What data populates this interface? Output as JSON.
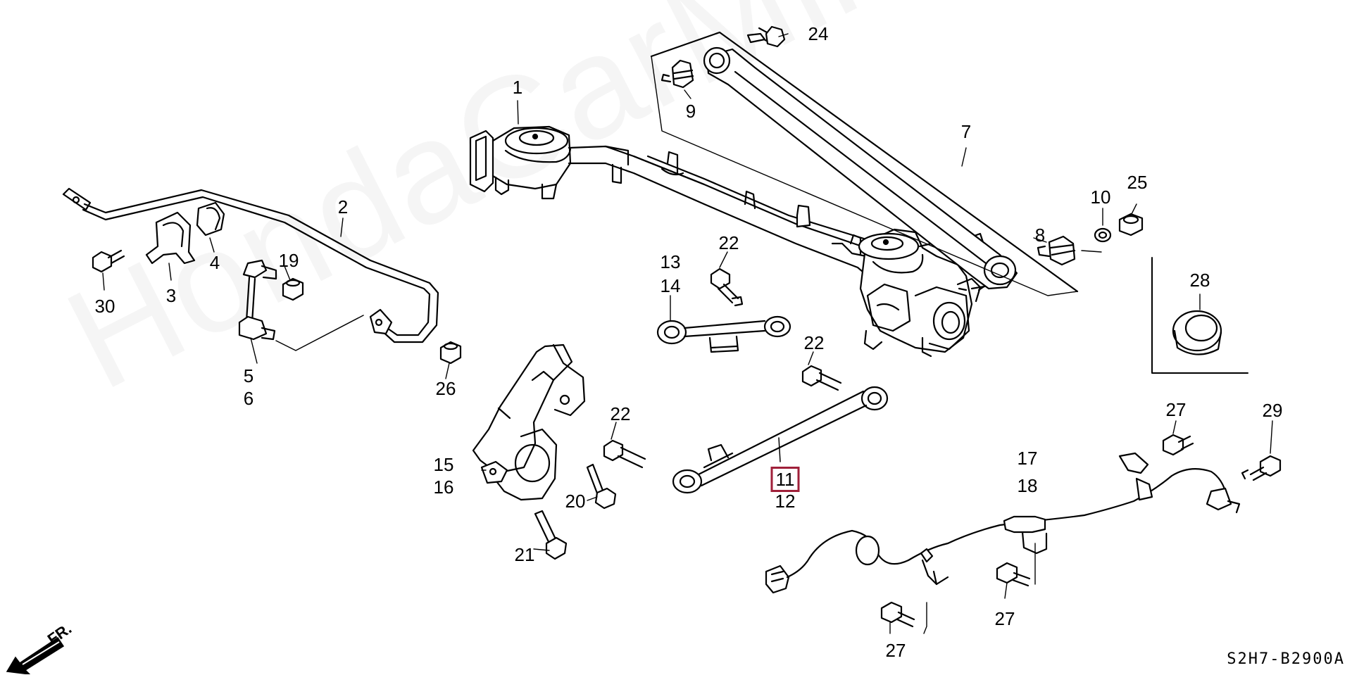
{
  "diagram": {
    "watermark": "HondaCarMine.ru",
    "diagram_code": "S2H7-B2900A",
    "front_label": "FR.",
    "highlight_color": "#a0203a",
    "callouts": [
      {
        "id": "c1",
        "label": "1"
      },
      {
        "id": "c2",
        "label": "2"
      },
      {
        "id": "c3",
        "label": "3"
      },
      {
        "id": "c4",
        "label": "4"
      },
      {
        "id": "c5",
        "label": "5"
      },
      {
        "id": "c6",
        "label": "6"
      },
      {
        "id": "c7",
        "label": "7"
      },
      {
        "id": "c8",
        "label": "8"
      },
      {
        "id": "c9",
        "label": "9"
      },
      {
        "id": "c10",
        "label": "10"
      },
      {
        "id": "c11",
        "label": "11"
      },
      {
        "id": "c12",
        "label": "12"
      },
      {
        "id": "c13",
        "label": "13"
      },
      {
        "id": "c14",
        "label": "14"
      },
      {
        "id": "c15",
        "label": "15"
      },
      {
        "id": "c16",
        "label": "16"
      },
      {
        "id": "c17",
        "label": "17"
      },
      {
        "id": "c18",
        "label": "18"
      },
      {
        "id": "c19",
        "label": "19"
      },
      {
        "id": "c20",
        "label": "20"
      },
      {
        "id": "c21",
        "label": "21"
      },
      {
        "id": "c22a",
        "label": "22"
      },
      {
        "id": "c22b",
        "label": "22"
      },
      {
        "id": "c22c",
        "label": "22"
      },
      {
        "id": "c24",
        "label": "24"
      },
      {
        "id": "c25",
        "label": "25"
      },
      {
        "id": "c26",
        "label": "26"
      },
      {
        "id": "c27a",
        "label": "27"
      },
      {
        "id": "c27b",
        "label": "27"
      },
      {
        "id": "c27c",
        "label": "27"
      },
      {
        "id": "c28",
        "label": "28"
      },
      {
        "id": "c29",
        "label": "29"
      },
      {
        "id": "c30",
        "label": "30"
      }
    ]
  }
}
